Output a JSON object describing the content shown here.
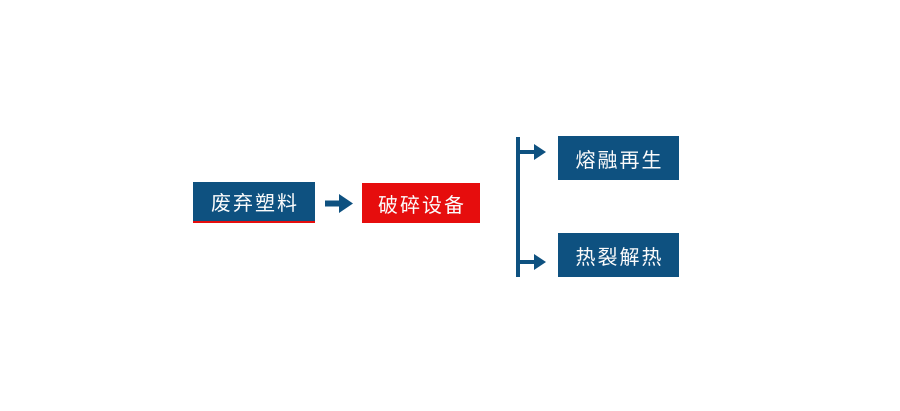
{
  "page": {
    "background": "#ffffff"
  },
  "colors": {
    "primary_blue": "#0e5180",
    "accent_red": "#e60d0d",
    "node_text": "#fbfbfb",
    "page_bg": "#ffffff"
  },
  "diagram": {
    "type": "flowchart",
    "nodes": [
      {
        "id": "waste-plastic",
        "label": "废弃塑料",
        "fill": "#0e5180",
        "underline": "#e60d0d"
      },
      {
        "id": "crushing-equipment",
        "label": "破碎设备",
        "fill": "#e60d0d"
      },
      {
        "id": "melt-regeneration",
        "label": "熔融再生",
        "fill": "#0e5180"
      },
      {
        "id": "pyrolysis",
        "label": "热裂解热",
        "fill": "#0e5180"
      }
    ],
    "connections": [
      {
        "from": "waste-plastic",
        "to": "crushing-equipment",
        "style": "straight-arrow"
      },
      {
        "from": "crushing-equipment",
        "to": "melt-regeneration",
        "style": "vertical-branch-arrow"
      },
      {
        "from": "crushing-equipment",
        "to": "pyrolysis",
        "style": "vertical-branch-arrow"
      }
    ]
  }
}
